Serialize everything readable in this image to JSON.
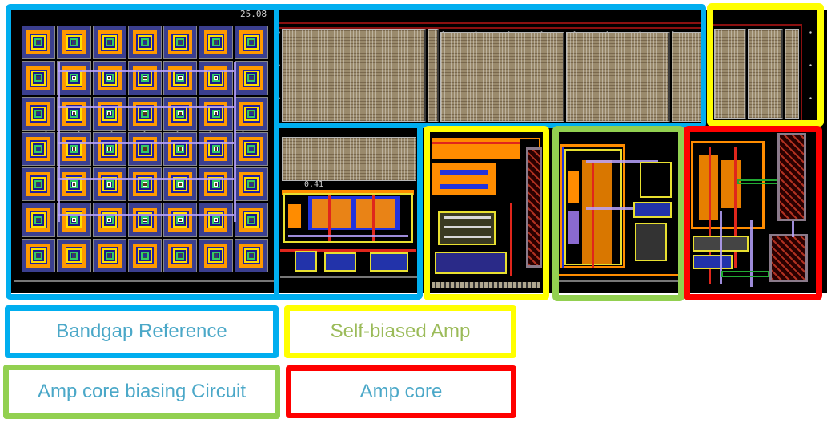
{
  "figure": {
    "type": "IC layout floorplan with highlighted regions",
    "coordinate_readout": "25.08",
    "inner_label": "0.41"
  },
  "regions": [
    {
      "id": "bandgap",
      "label": "Bandgap Reference",
      "frame_color": "#00aeef",
      "text_color": "#4ba8c8"
    },
    {
      "id": "self-biased-amp",
      "label": "Self-biased Amp",
      "frame_color": "#ffff00",
      "text_color": "#9bbb59"
    },
    {
      "id": "amp-core-biasing",
      "label": "Amp core biasing Circuit",
      "frame_color": "#92d050",
      "text_color": "#4ba8c8"
    },
    {
      "id": "amp-core",
      "label": "Amp core",
      "frame_color": "#ff0000",
      "text_color": "#4ba8c8"
    }
  ],
  "legend": {
    "bandgap": "Bandgap Reference",
    "self_biased": "Self-biased Amp",
    "biasing": "Amp core biasing Circuit",
    "core": "Amp core"
  },
  "bjt_array": {
    "rows": 7,
    "cols": 7
  }
}
